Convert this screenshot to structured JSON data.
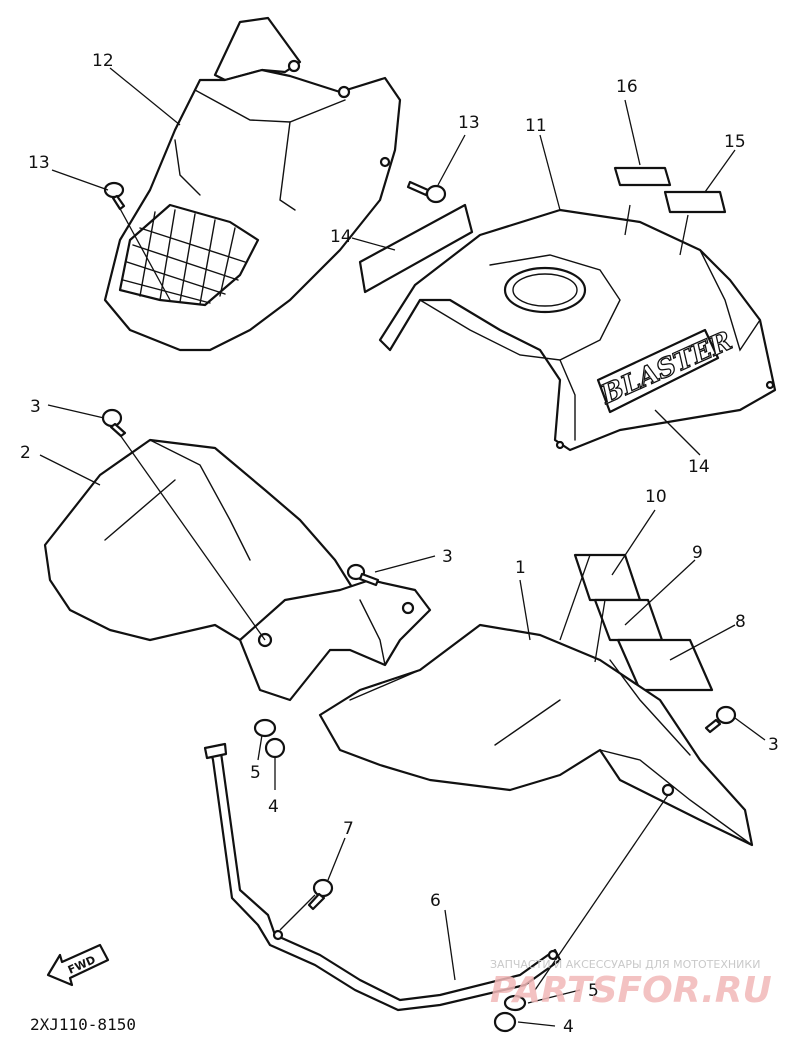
{
  "callouts": [
    {
      "id": "c12",
      "label": "12"
    },
    {
      "id": "c13a",
      "label": "13"
    },
    {
      "id": "c13b",
      "label": "13"
    },
    {
      "id": "c11",
      "label": "11"
    },
    {
      "id": "c16",
      "label": "16"
    },
    {
      "id": "c15",
      "label": "15"
    },
    {
      "id": "c14a",
      "label": "14"
    },
    {
      "id": "c14b",
      "label": "14"
    },
    {
      "id": "c3a",
      "label": "3"
    },
    {
      "id": "c2",
      "label": "2"
    },
    {
      "id": "c3b",
      "label": "3"
    },
    {
      "id": "c10",
      "label": "10"
    },
    {
      "id": "c9",
      "label": "9"
    },
    {
      "id": "c8",
      "label": "8"
    },
    {
      "id": "c1",
      "label": "1"
    },
    {
      "id": "c3c",
      "label": "3"
    },
    {
      "id": "c5a",
      "label": "5"
    },
    {
      "id": "c4a",
      "label": "4"
    },
    {
      "id": "c7",
      "label": "7"
    },
    {
      "id": "c6",
      "label": "6"
    },
    {
      "id": "c5b",
      "label": "5"
    },
    {
      "id": "c4b",
      "label": "4"
    }
  ],
  "tank_emblem": "BLASTER",
  "fwd_label": "FWD",
  "diagram_code": "2XJ110-8150",
  "watermark": {
    "subtitle": "ЗАПЧАСТИ И АКСЕССУАРЫ ДЛЯ МОТОТЕХНИКИ",
    "brand": "PARTSFOR.RU"
  }
}
